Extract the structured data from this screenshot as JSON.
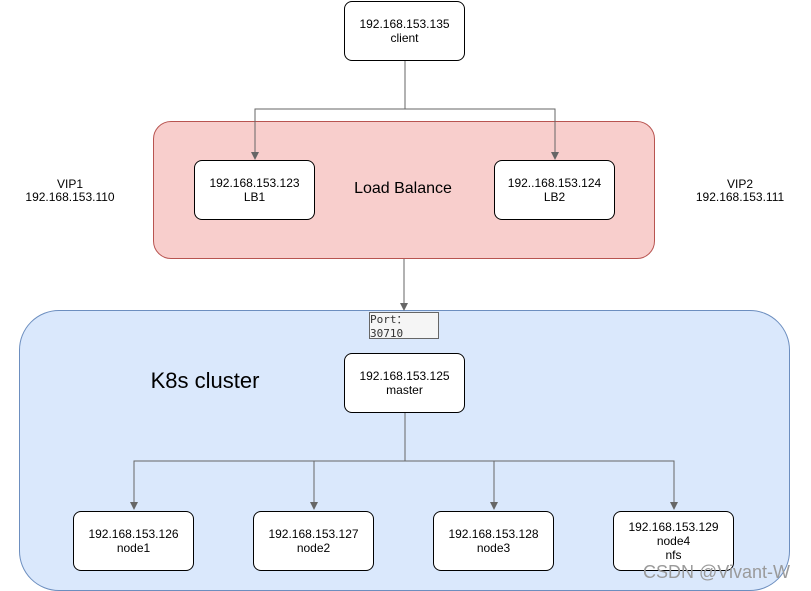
{
  "client": {
    "ip": "192.168.153.135",
    "name": "client"
  },
  "load_balance": {
    "title": "Load Balance",
    "lb1": {
      "ip": "192.168.153.123",
      "name": "LB1"
    },
    "lb2": {
      "ip": "192..168.153.124",
      "name": "LB2"
    }
  },
  "vip1": {
    "label": "VIP1",
    "ip": "192.168.153.110"
  },
  "vip2": {
    "label": "VIP2",
    "ip": "192.168.153.111"
  },
  "port_label": "Port：30710",
  "k8s": {
    "title": "K8s cluster",
    "master": {
      "ip": "192.168.153.125",
      "name": "master"
    },
    "nodes": [
      {
        "ip": "192.168.153.126",
        "name": "node1",
        "extra": ""
      },
      {
        "ip": "192.168.153.127",
        "name": "node2",
        "extra": ""
      },
      {
        "ip": "192.168.153.128",
        "name": "node3",
        "extra": ""
      },
      {
        "ip": "192.168.153.129",
        "name": "node4",
        "extra": "nfs"
      }
    ]
  },
  "watermark": "CSDN @Vivant-W",
  "colors": {
    "lb_fill": "#f8cecc",
    "lb_stroke": "#b85450",
    "k8s_fill": "#dae8fc",
    "k8s_stroke": "#6c8ebf",
    "connector": "#666666"
  }
}
